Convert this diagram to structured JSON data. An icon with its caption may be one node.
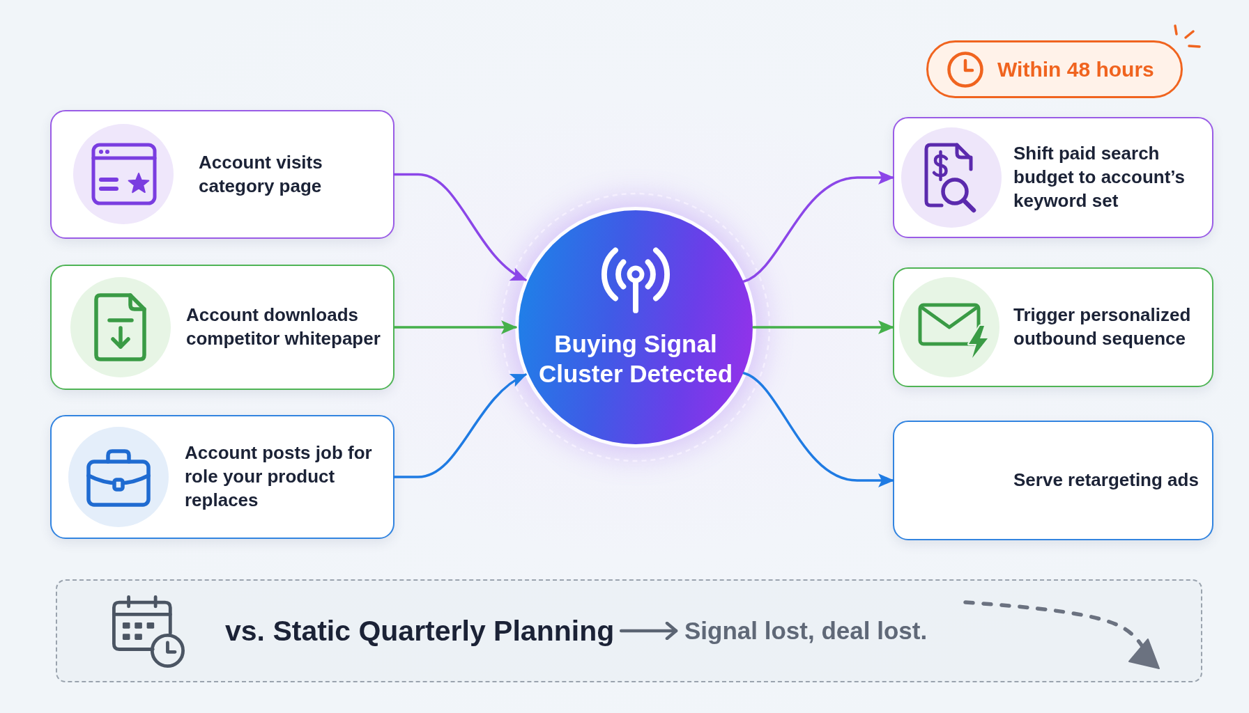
{
  "diagram": {
    "nodes": [
      {
        "text": [
          "Account visits category page"
        ]
      },
      {
        "text": [
          "Account downloads competitor whitepaper"
        ]
      },
      {
        "text": [
          "Account posts job for role your product replaces"
        ]
      },
      {
        "text": [
          "Buying Signal Cluster Detected"
        ]
      },
      {
        "text": [
          "Within 48 hours"
        ]
      },
      {
        "text": [
          "Shift paid search budget to account’s keyword set"
        ]
      },
      {
        "text": [
          "Trigger personalized outbound sequence"
        ]
      },
      {
        "text": [
          "Serve retargeting ads"
        ]
      },
      {
        "text": [],
        "shape": "box"
      },
      {
        "text": [
          "vs. Static Quarterly Planning"
        ],
        "in": 8
      },
      {
        "text": [
          "Signal lost, deal lost."
        ],
        "in": 8
      }
    ],
    "edges": [
      {
        "from": 0,
        "to": 3,
        "arrow": "to",
        "color": "#8b46e8"
      },
      {
        "from": 1,
        "to": 3,
        "arrow": "to",
        "color": "#45b04b"
      },
      {
        "from": 2,
        "to": 3,
        "arrow": "to",
        "color": "#1f7be3"
      },
      {
        "from": 3,
        "to": 5,
        "arrow": "to",
        "color": "#8b46e8"
      },
      {
        "from": 3,
        "to": 6,
        "arrow": "to",
        "color": "#45b04b"
      },
      {
        "from": 3,
        "to": 7,
        "arrow": "to",
        "color": "#1f7be3"
      },
      {
        "from": 9,
        "to": 10,
        "arrow": "to",
        "color": "#5b6472"
      }
    ]
  }
}
